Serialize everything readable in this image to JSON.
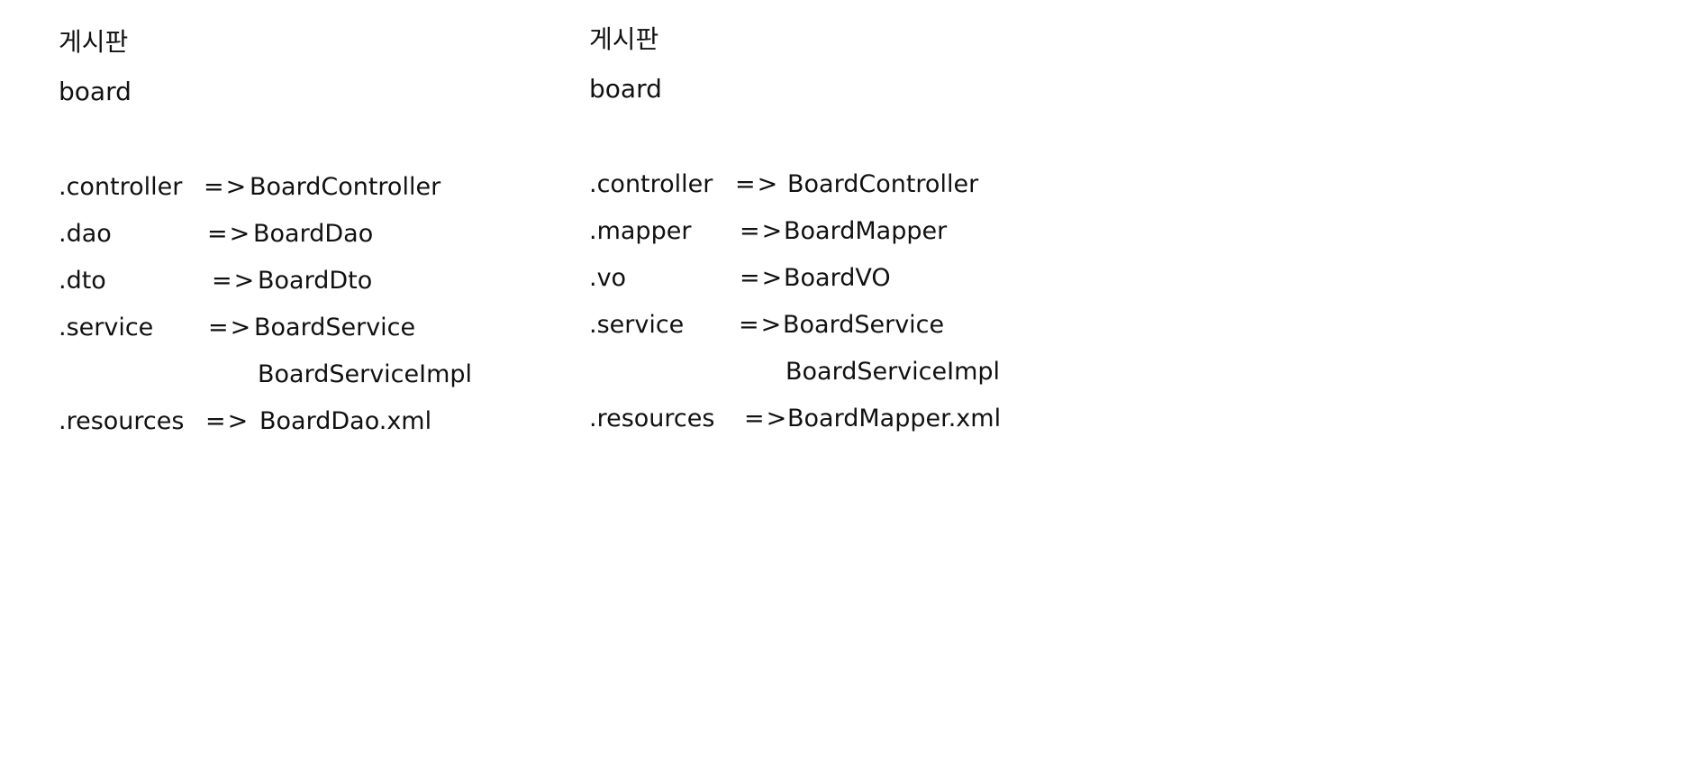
{
  "left": {
    "title": "게시판",
    "subtitle": "board",
    "rows": [
      {
        "package": ".controller",
        "arrow": "=>",
        "class_name": "BoardController"
      },
      {
        "package": ".dao",
        "arrow": "=>",
        "class_name": "BoardDao"
      },
      {
        "package": ".dto",
        "arrow": "=>",
        "class_name": "BoardDto"
      },
      {
        "package": ".service",
        "arrow": "=>",
        "class_name": "BoardService"
      },
      {
        "package": "",
        "arrow": "",
        "class_name": "BoardServiceImpl"
      },
      {
        "package": ".resources",
        "arrow": "=>",
        "class_name": "BoardDao.xml"
      }
    ]
  },
  "right": {
    "title": "게시판",
    "subtitle": "board",
    "rows": [
      {
        "package": ".controller",
        "arrow": "=>",
        "class_name": "BoardController"
      },
      {
        "package": ".mapper",
        "arrow": "=>",
        "class_name": "BoardMapper"
      },
      {
        "package": ".vo",
        "arrow": "=>",
        "class_name": "BoardVO"
      },
      {
        "package": ".service",
        "arrow": "=>",
        "class_name": "BoardService"
      },
      {
        "package": "",
        "arrow": "",
        "class_name": "BoardServiceImpl"
      },
      {
        "package": ".resources",
        "arrow": "=>",
        "class_name": "BoardMapper.xml"
      }
    ]
  }
}
